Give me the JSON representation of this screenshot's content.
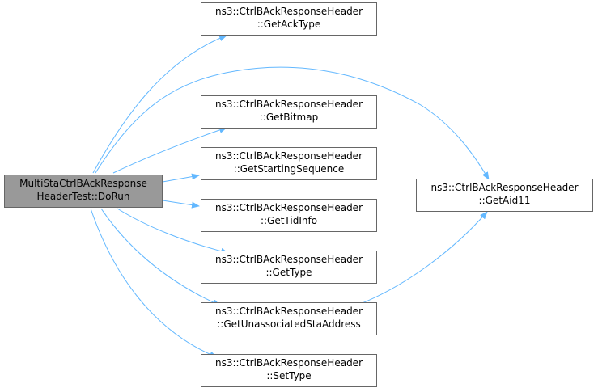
{
  "graph": {
    "root": {
      "line1": "MultiStaCtrlBAckResponse",
      "line2": "HeaderTest::DoRun"
    },
    "callees": [
      {
        "id": "getacktype",
        "line1": "ns3::CtrlBAckResponseHeader",
        "line2": "::GetAckType"
      },
      {
        "id": "getbitmap",
        "line1": "ns3::CtrlBAckResponseHeader",
        "line2": "::GetBitmap"
      },
      {
        "id": "getstartingsequence",
        "line1": "ns3::CtrlBAckResponseHeader",
        "line2": "::GetStartingSequence"
      },
      {
        "id": "gettidinfo",
        "line1": "ns3::CtrlBAckResponseHeader",
        "line2": "::GetTidInfo"
      },
      {
        "id": "gettype",
        "line1": "ns3::CtrlBAckResponseHeader",
        "line2": "::GetType"
      },
      {
        "id": "getunassociatedstaaddress",
        "line1": "ns3::CtrlBAckResponseHeader",
        "line2": "::GetUnassociatedStaAddress"
      },
      {
        "id": "settype",
        "line1": "ns3::CtrlBAckResponseHeader",
        "line2": "::SetType"
      },
      {
        "id": "getaid11",
        "line1": "ns3::CtrlBAckResponseHeader",
        "line2": "::GetAid11"
      }
    ],
    "edges": [
      [
        "root",
        "getacktype"
      ],
      [
        "root",
        "getaid11"
      ],
      [
        "root",
        "getbitmap"
      ],
      [
        "root",
        "getstartingsequence"
      ],
      [
        "root",
        "gettidinfo"
      ],
      [
        "root",
        "gettype"
      ],
      [
        "root",
        "getunassociatedstaaddress"
      ],
      [
        "root",
        "settype"
      ],
      [
        "getunassociatedstaaddress",
        "getaid11"
      ]
    ],
    "colors": {
      "edge": "#63b8ff",
      "root_fill": "#999999",
      "node_border": "#666666",
      "node_fill": "#ffffff"
    }
  }
}
